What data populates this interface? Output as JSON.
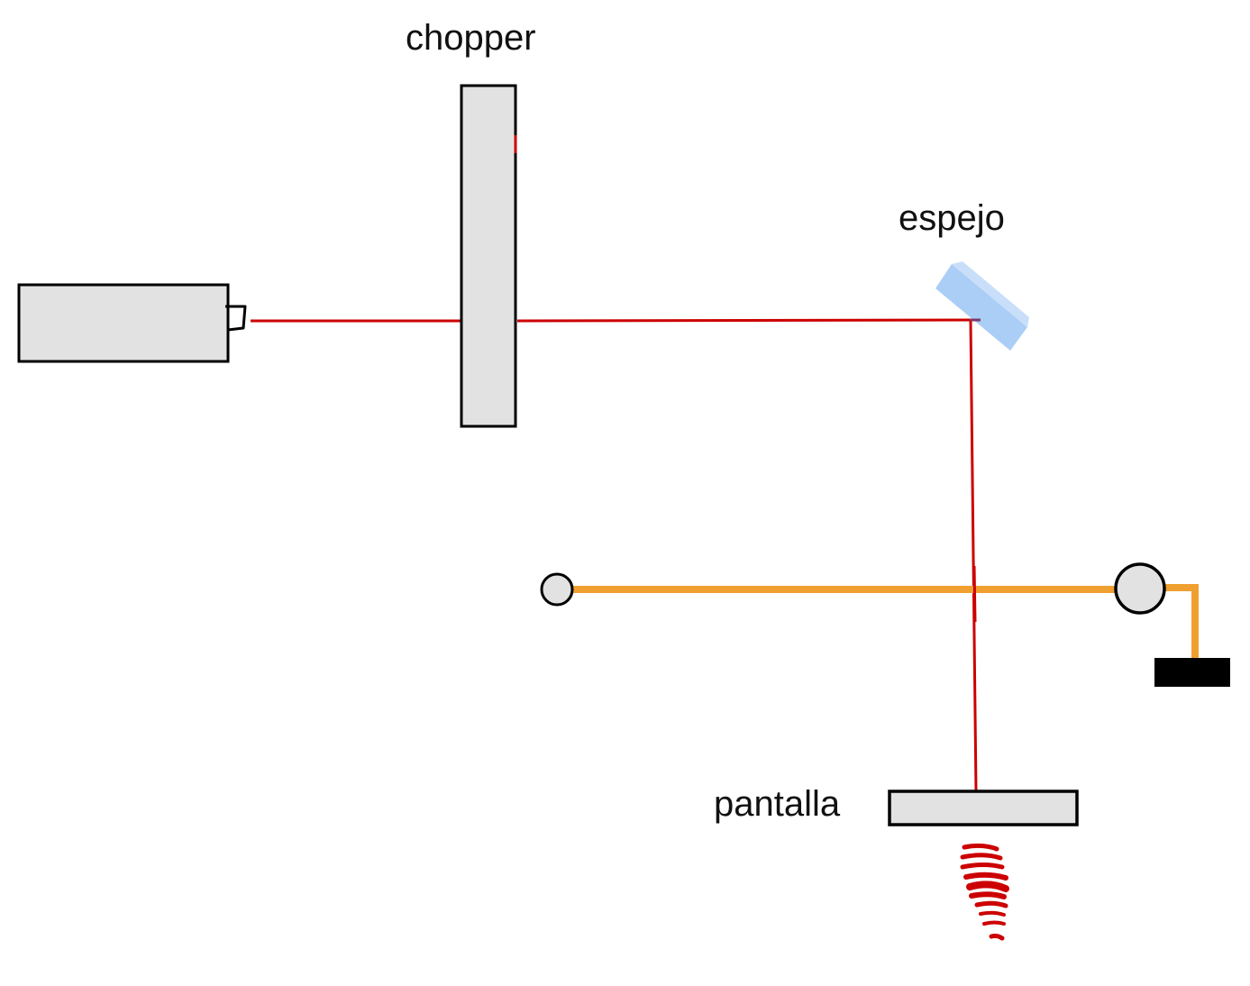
{
  "labels": {
    "chopper": "chopper",
    "mirror": "espejo",
    "screen": "pantalla"
  },
  "components": {
    "laser": "laser-source",
    "chopper": "chopper-wheel",
    "mirror": "mirror",
    "screen": "screen",
    "rail": "orange-rail",
    "pulley_small": "small-pulley",
    "pulley_large": "large-pulley",
    "weight": "hanging-weight",
    "fringes": "interference-pattern"
  },
  "colors": {
    "beam": "#cc0000",
    "rail": "#f0a030",
    "component_fill": "#e2e2e2",
    "outline": "#000000",
    "mirror": "#a6cbf5",
    "weight": "#000000",
    "fringes": "#cc0000"
  }
}
